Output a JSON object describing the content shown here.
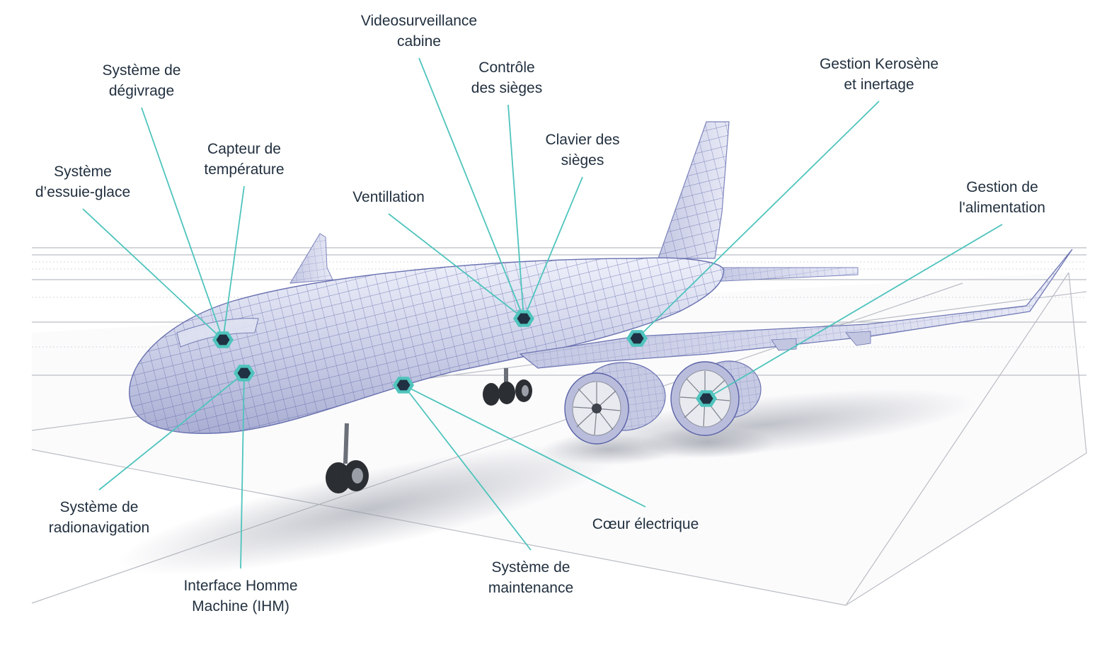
{
  "colors": {
    "leader": "#4fc4bd",
    "hotspot_fill": "#1f3142",
    "hotspot_ring": "#4fc4bd",
    "label_text": "#22303f",
    "wireframe": "#5a62a6",
    "grid": "#9aa0a8"
  },
  "labels": {
    "videosurveillance": [
      "Videosurveillance",
      "cabine"
    ],
    "controle_sieges": [
      "Contrôle",
      "des sièges"
    ],
    "gestion_kerosene": [
      "Gestion Kerosène",
      "et inertage"
    ],
    "systeme_degivrage": [
      "Système de",
      "dégivrage"
    ],
    "capteur_temperature": [
      "Capteur de",
      "température"
    ],
    "clavier_sieges": [
      "Clavier des",
      "sièges"
    ],
    "systeme_essuie_glace": [
      "Système",
      "d’essuie-glace"
    ],
    "ventillation": [
      "Ventillation"
    ],
    "gestion_alimentation": [
      "Gestion de",
      "l'alimentation"
    ],
    "radionavigation": [
      "Système de",
      "radionavigation"
    ],
    "coeur_electrique": [
      "Cœur électrique"
    ],
    "systeme_maintenance": [
      "Système de",
      "maintenance"
    ],
    "interface_ihm": [
      "Interface Homme",
      "Machine (IHM)"
    ]
  },
  "hotspot_icon": "hexagon-marker-icon",
  "aircraft_icon": "wireframe-airliner-illustration"
}
